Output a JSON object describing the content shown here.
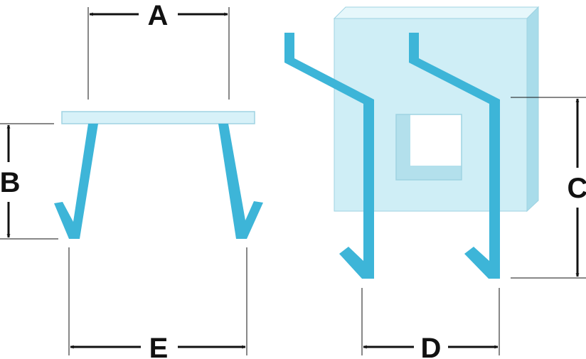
{
  "labels": {
    "a": "A",
    "b": "B",
    "c": "C",
    "d": "D",
    "e": "E"
  },
  "colors": {
    "clip": "#3db5d8",
    "plate_front": "#cfeef6",
    "plate_top": "#e6f7fb",
    "plate_side": "#a9dcea",
    "plate_edge": "#9fd3e2",
    "hole_shadow": "#b3e0ec",
    "line": "#111111"
  }
}
